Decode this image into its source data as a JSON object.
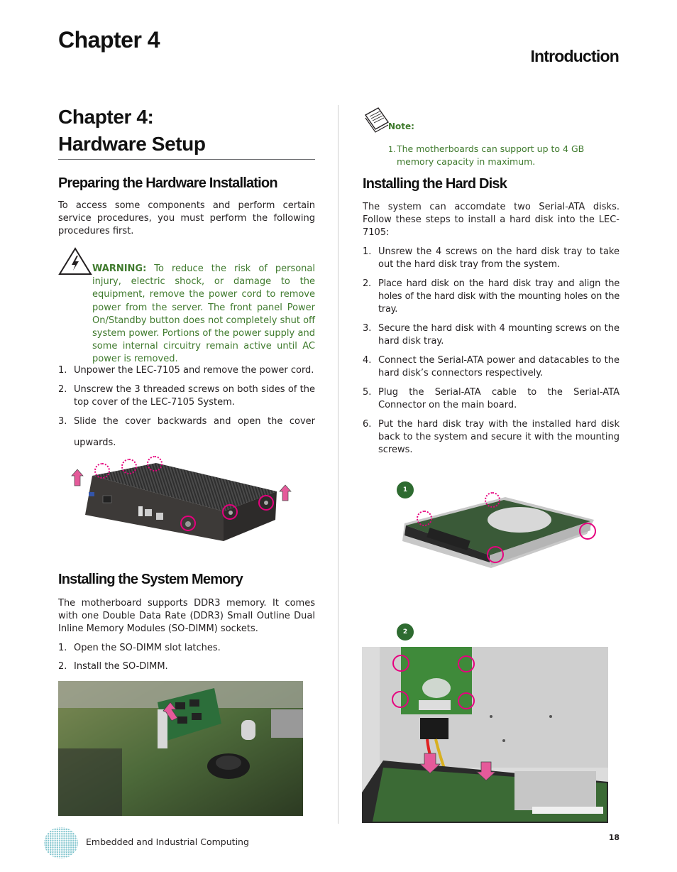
{
  "header": {
    "chapter": "Chapter 4",
    "section": "Introduction"
  },
  "left": {
    "chapter_title_line1": "Chapter 4:",
    "chapter_title_line2": "Hardware Setup",
    "prep_heading": "Preparing the Hardware Installation",
    "prep_intro": "To access some components and perform certain service procedures, you must perform  the following procedures first.",
    "warning_label": "WARNING:",
    "warning_text": " To reduce the risk of personal injury, electric shock, or damage to the equipment, remove the power cord to remove power from the server. The front panel Power On/Standby button does not completely shut off system power. Portions of the power supply and some internal circuitry remain active until AC power is removed.",
    "prep_steps": [
      {
        "num": "1.",
        "text": "Unpower the LEC-7105 and remove the power cord."
      },
      {
        "num": "2.",
        "text": "Unscrew the 3 threaded screws on both sides of the top cover of the LEC-7105 System."
      },
      {
        "num": "3.",
        "text": "Slide the cover backwards and open the cover"
      },
      {
        "num": "",
        "text": "upwards."
      }
    ],
    "memory_heading": "Installing the System Memory",
    "memory_intro": "The motherboard supports DDR3 memory.  It comes with one Double Data Rate (DDR3) Small Outline Dual Inline Memory Modules (SO-DIMM) sockets.",
    "memory_steps": [
      {
        "num": "1.",
        "text": "Open the SO-DIMM slot latches."
      },
      {
        "num": "2.",
        "text": " Install the SO-DIMM."
      }
    ]
  },
  "right": {
    "note_label": "Note:",
    "note_num": "1.",
    "note_text": "The  motherboards can support up to 4 GB memory capacity in maximum.",
    "hdd_heading": "Installing the  Hard Disk",
    "hdd_intro": "The system can accomdate two Serial-ATA disks. Follow these steps to install a hard disk into the LEC-7105:",
    "hdd_steps": [
      {
        "num": "1.",
        "text": "Unsrew the 4 screws on the hard disk tray to take out the hard disk tray from the system."
      },
      {
        "num": "2.",
        "text": "Place hard disk on the hard disk tray and align the holes of the hard disk with the mounting holes on the tray."
      },
      {
        "num": "3.",
        "text": "Secure the hard disk with 4 mounting screws on the hard disk tray."
      },
      {
        "num": "4.",
        "text": "Connect the Serial-ATA power and datacables to the hard disk’s connectors respectively."
      },
      {
        "num": "5.",
        "text": "Plug the Serial-ATA  cable to the Serial-ATA Connector on the main board."
      },
      {
        "num": "6.",
        "text": "Put the hard disk tray with the installed hard disk back to the system and secure it with the mounting screws."
      }
    ],
    "badge1": "1",
    "badge2": "2"
  },
  "footer": {
    "company": "Embedded and Industrial Computing",
    "page": "18"
  },
  "colors": {
    "green_text": "#3f7a2d",
    "marker_magenta": "#e6007e",
    "badge_green": "#2e6b30"
  },
  "icons": [
    "warning-icon",
    "note-icon",
    "company-logo"
  ]
}
